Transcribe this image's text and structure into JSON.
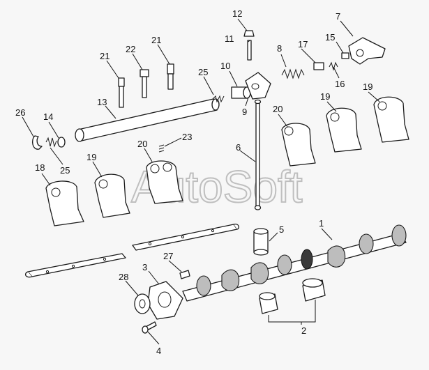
{
  "watermark": "AutoSoft",
  "callouts": {
    "c1": "1",
    "c2": "2",
    "c3": "3",
    "c4": "4",
    "c5": "5",
    "c6": "6",
    "c7": "7",
    "c8": "8",
    "c9": "9",
    "c10": "10",
    "c11": "11",
    "c12": "12",
    "c13": "13",
    "c14": "14",
    "c15": "15",
    "c16": "16",
    "c17": "17",
    "c18": "18",
    "c19a": "19",
    "c19b": "19",
    "c20a": "20",
    "c20b": "20",
    "c21a": "21",
    "c21b": "21",
    "c22": "22",
    "c23": "23",
    "c25a": "25",
    "c25b": "25",
    "c26": "26",
    "c27": "27",
    "c28": "28"
  }
}
